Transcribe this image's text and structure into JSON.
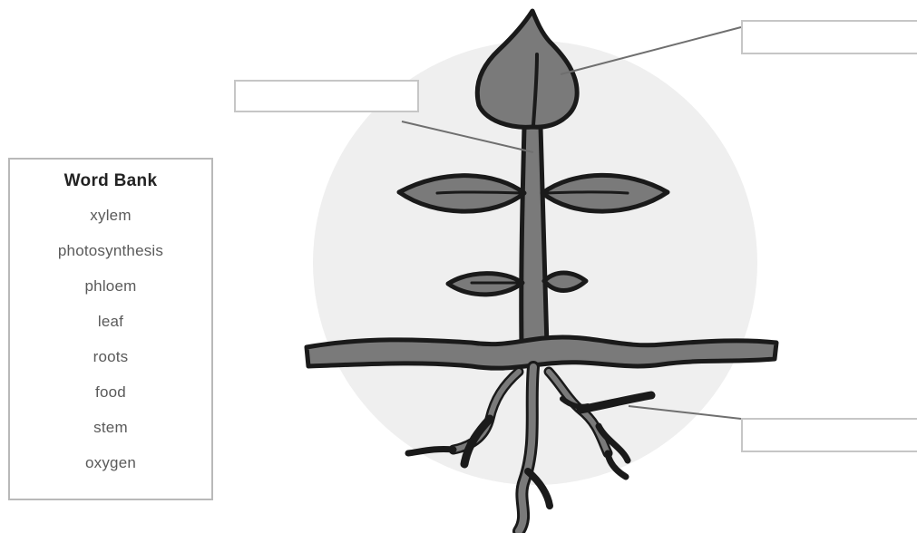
{
  "word_bank": {
    "title": "Word Bank",
    "words": [
      "xylem",
      "photosynthesis",
      "phloem",
      "leaf",
      "roots",
      "food",
      "stem",
      "oxygen"
    ]
  },
  "label_boxes": {
    "leaf": "",
    "stem": "",
    "roots": ""
  },
  "colors": {
    "plant_fill": "#7a7a7a",
    "outline": "#1a1a1a",
    "background_circle": "#efefef",
    "leader_line": "#6f6f6f",
    "box_border": "#c6c6c6"
  }
}
